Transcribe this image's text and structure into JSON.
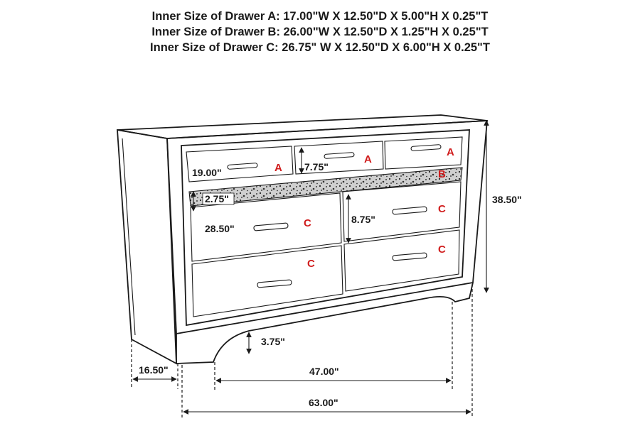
{
  "specs": [
    "Inner Size of Drawer A: 17.00\"W X 12.50\"D X 5.00\"H X 0.25\"T",
    "Inner Size of Drawer B: 26.00\"W X 12.50\"D X 1.25\"H X 0.25\"T",
    "Inner Size of Drawer C: 26.75\" W X 12.50\"D X 6.00\"H X 0.25\"T"
  ],
  "dims": {
    "height": "38.50\"",
    "depth": "16.50\"",
    "inner_width": "47.00\"",
    "total_width": "63.00\"",
    "leg_height": "3.75\"",
    "drawer_a_width": "19.00\"",
    "drawer_a_height": "7.75\"",
    "drawer_b_height": "2.75\"",
    "drawer_c_width": "28.50\"",
    "drawer_c_height": "8.75\""
  },
  "labels": {
    "a": "A",
    "b": "B",
    "c": "C"
  },
  "colors": {
    "label": "#d01c1c",
    "line": "#1a1a1a"
  }
}
